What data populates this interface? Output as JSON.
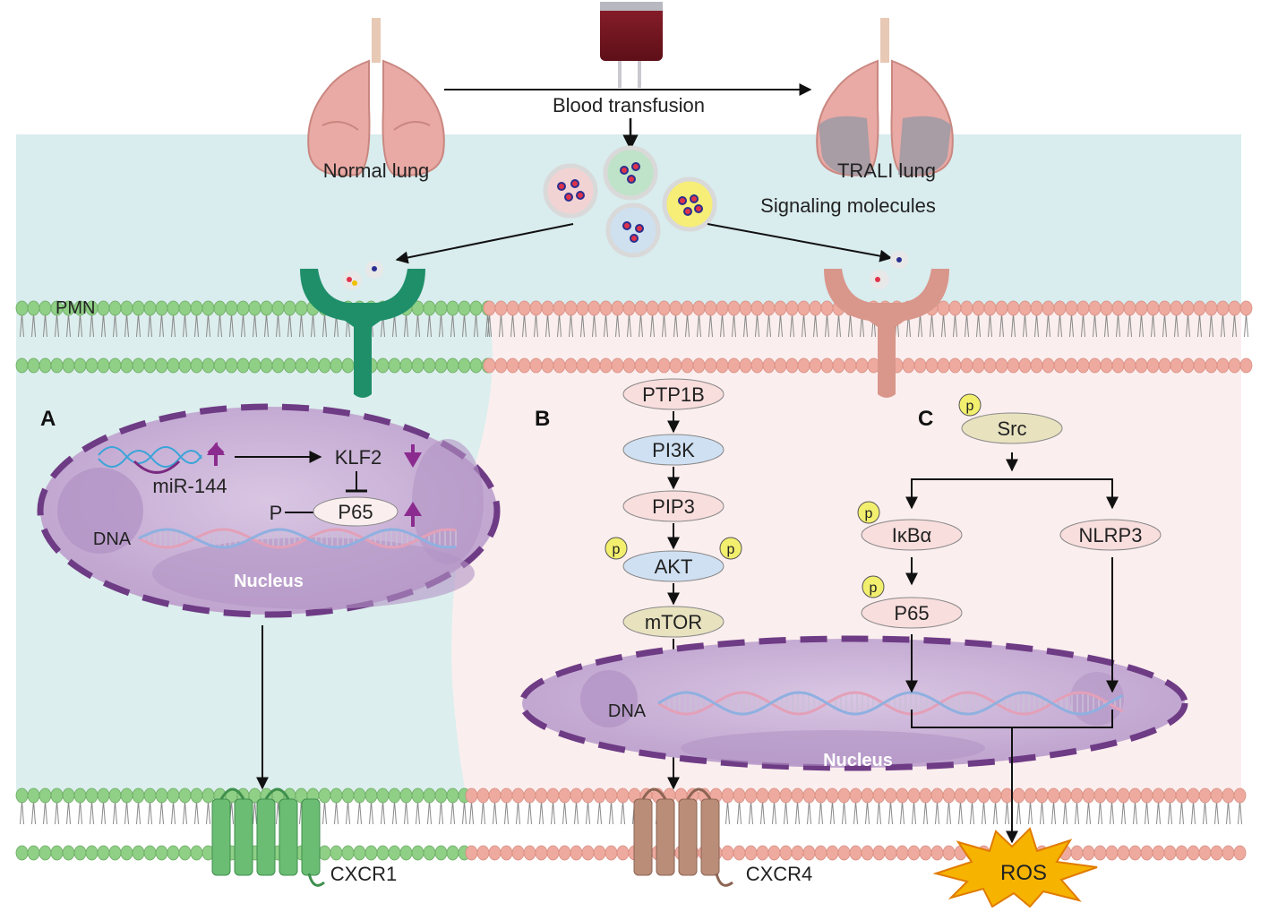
{
  "top": {
    "normal_lung": "Normal lung",
    "trali_lung": "TRALI lung",
    "transfusion": "Blood transfusion",
    "signaling": "Signaling molecules"
  },
  "membrane": {
    "pmn": "PMN"
  },
  "panel_a": {
    "letter": "A",
    "mir": "miR-144",
    "klf2": "KLF2",
    "p": "P",
    "p65": "P65",
    "dna": "DNA",
    "nucleus": "Nucleus",
    "receptor": "CXCR1"
  },
  "panel_b": {
    "letter": "B",
    "nodes": [
      "PTP1B",
      "PI3K",
      "PIP3",
      "AKT",
      "mTOR"
    ],
    "phospho": "p",
    "dna": "DNA",
    "nucleus": "Nucleus",
    "receptor": "CXCR4"
  },
  "panel_c": {
    "letter": "C",
    "src": "Src",
    "ikba": "IκBα",
    "p65": "P65",
    "nlrp3": "NLRP3",
    "phospho": "p",
    "ros": "ROS"
  },
  "colors": {
    "left_bg": "#dbeeee",
    "right_bg": "#f7e7e5",
    "membrane_green": "#8fcf86",
    "membrane_pink": "#eeaa9f",
    "receptor_green": "#1f8f69",
    "receptor_pink": "#d9968b",
    "nucleus": "#c9b2d6",
    "nucleus_border": "#6e3b85",
    "arrow_purple": "#8b2b8f",
    "ros": "#f6b400"
  }
}
